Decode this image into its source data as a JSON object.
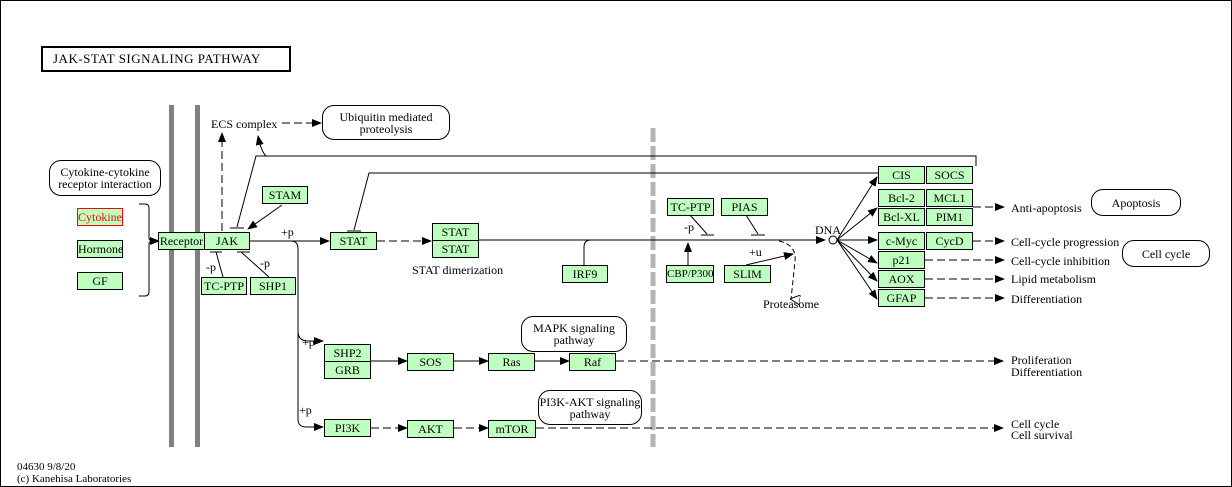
{
  "title": "JAK-STAT SIGNALING PATHWAY",
  "footer": {
    "id_date": "04630 9/8/20",
    "copyright": "(c) Kanehisa Laboratories"
  },
  "colors": {
    "gene_fill": "#bfffbf",
    "highlight": "#ff0000",
    "membrane": "#808080",
    "nuclear_membrane": "#b3b3b3"
  },
  "maps": {
    "cytokine_receptor": "Cytokine-cytokine receptor interaction",
    "ubiquitin": "Ubiquitin mediated proteolysis",
    "mapk": "MAPK signaling pathway",
    "pi3k_akt": "PI3K-AKT signaling pathway",
    "apoptosis": "Apoptosis",
    "cell_cycle": "Cell cycle"
  },
  "ligands": [
    "Cytokine",
    "Hormone",
    "GF"
  ],
  "genes": {
    "receptor": "Receptor",
    "jak": "JAK",
    "stam": "STAM",
    "tcptp1": "TC-PTP",
    "shp1": "SHP1",
    "stat": "STAT",
    "stat_dimer_a": "STAT",
    "stat_dimer_b": "STAT",
    "irf9": "IRF9",
    "tcptp2": "TC-PTP",
    "pias": "PIAS",
    "cbp": "CBP/P300",
    "slim": "SLIM",
    "shp2": "SHP2",
    "grb": "GRB",
    "sos": "SOS",
    "ras": "Ras",
    "raf": "Raf",
    "pi3k": "PI3K",
    "akt": "AKT",
    "mtor": "mTOR",
    "cis": "CIS",
    "socs": "SOCS",
    "bcl2": "Bcl-2",
    "mcl1": "MCL1",
    "bclxl": "Bcl-XL",
    "pim1": "PIM1",
    "cmyc": "c-Myc",
    "cycd": "CycD",
    "p21": "p21",
    "aox": "AOX",
    "gfap": "GFAP"
  },
  "labels": {
    "ecs": "ECS complex",
    "stat_dimerization": "STAT dimerization",
    "dna": "DNA",
    "proteasome": "Proteasome",
    "plus_p": "+p",
    "minus_p": "-p",
    "plus_u": "+u",
    "anti_apoptosis": "Anti-apoptosis",
    "cc_progression": "Cell-cycle progression",
    "cc_inhibition": "Cell-cycle inhibition",
    "lipid": "Lipid metabolism",
    "differentiation": "Differentiation",
    "prolif": "Proliferation",
    "prolif_diff": "Differentiation",
    "cell_cycle_out": "Cell cycle",
    "cell_survival": "Cell survival"
  }
}
